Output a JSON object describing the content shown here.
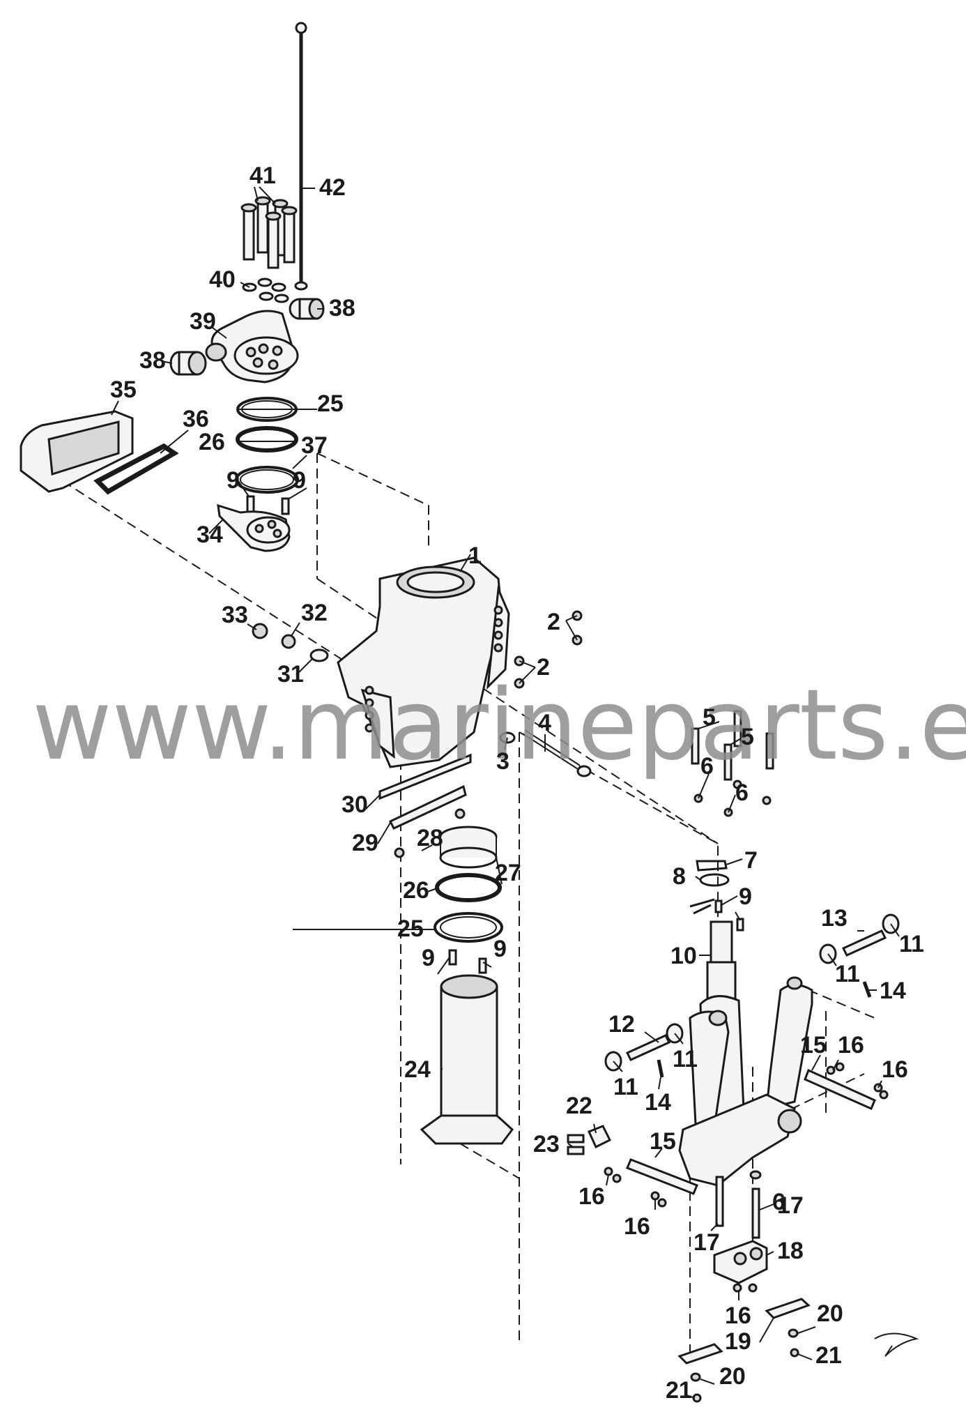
{
  "watermark": "www.marineparts.eu",
  "callouts": [
    "1",
    "2",
    "2",
    "3",
    "4",
    "5",
    "5",
    "6",
    "6",
    "6",
    "7",
    "8",
    "9",
    "9",
    "9",
    "9",
    "9",
    "10",
    "11",
    "11",
    "11",
    "11",
    "12",
    "13",
    "14",
    "14",
    "15",
    "15",
    "16",
    "16",
    "16",
    "16",
    "16",
    "17",
    "17",
    "18",
    "19",
    "20",
    "20",
    "21",
    "21",
    "22",
    "23",
    "24",
    "25",
    "25",
    "26",
    "26",
    "27",
    "28",
    "29",
    "30",
    "31",
    "32",
    "33",
    "34",
    "35",
    "36",
    "37",
    "38",
    "38",
    "39",
    "40",
    "41",
    "42"
  ],
  "colors": {
    "line": "#1a1a1a",
    "watermark": "#8e8e8e",
    "background": "#ffffff"
  }
}
